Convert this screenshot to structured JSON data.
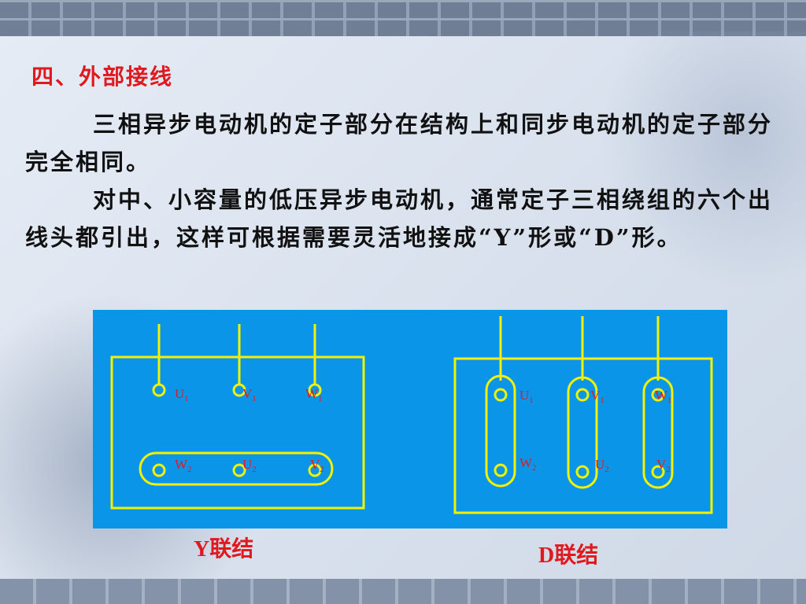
{
  "slide": {
    "heading": "四、外部接线",
    "paragraph1": "三相异步电动机的定子部分在结构上和同步电动机的定子部分完全相同。",
    "paragraph2": "对中、小容量的低压异步电动机，通常定子三相绕组的六个出线头都引出，这样可根据需要灵活地接成“Y”形或“D”形。"
  },
  "diagram": {
    "background_color": "#0b95e8",
    "line_color": "#f2f200",
    "label_color": "#e0191f",
    "y_connection": {
      "caption": "Y联结",
      "top_terminals": [
        {
          "letter": "U",
          "sub": "1"
        },
        {
          "letter": "V",
          "sub": "1"
        },
        {
          "letter": "W",
          "sub": "1"
        }
      ],
      "bottom_terminals": [
        {
          "letter": "W",
          "sub": "2"
        },
        {
          "letter": "U",
          "sub": "2"
        },
        {
          "letter": "V",
          "sub": "2"
        }
      ]
    },
    "d_connection": {
      "caption": "D联结",
      "top_terminals": [
        {
          "letter": "U",
          "sub": "1"
        },
        {
          "letter": "V",
          "sub": "1"
        },
        {
          "letter": "W",
          "sub": "1"
        }
      ],
      "bottom_terminals": [
        {
          "letter": "W",
          "sub": "2"
        },
        {
          "letter": "U",
          "sub": "2"
        },
        {
          "letter": "V",
          "sub": "2"
        }
      ]
    }
  }
}
